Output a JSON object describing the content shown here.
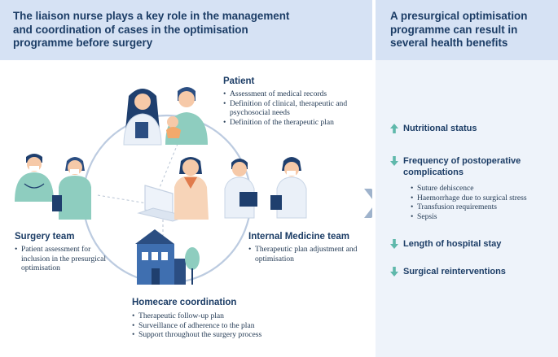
{
  "left_header": "The liaison nurse plays a key role in the management and coordination of cases in the optimisation programme before surgery",
  "right_header": "A presurgical optimisation programme can result in several health benefits",
  "patient": {
    "title": "Patient",
    "items": [
      "Assessment of medical records",
      "Definition of clinical, therapeutic and psychosocial needs",
      "Definition of the therapeutic plan"
    ]
  },
  "surgery": {
    "title": "Surgery team",
    "items": [
      "Patient assessment for inclusion in the presurgical optimisation"
    ]
  },
  "internal": {
    "title": "Internal Medicine team",
    "items": [
      "Therapeutic plan adjustment and optimisation"
    ]
  },
  "homecare": {
    "title": "Homecare coordination",
    "items": [
      "Therapeutic follow-up plan",
      "Surveillance of adherence to the plan",
      "Support throughout the surgery process"
    ]
  },
  "benefits": [
    {
      "label": "Nutritional status",
      "direction": "up",
      "subitems": []
    },
    {
      "label": "Frequency of postoperative complications",
      "direction": "down",
      "subitems": [
        "Suture dehiscence",
        "Haemorrhage due to surgical stress",
        "Transfusion requirements",
        "Sepsis"
      ]
    },
    {
      "label": "Length of hospital stay",
      "direction": "down",
      "subitems": []
    },
    {
      "label": "Surgical reinterventions",
      "direction": "down",
      "subitems": []
    }
  ],
  "colors": {
    "header_bg": "#d6e2f4",
    "panel_bg": "#eef3fa",
    "title_text": "#1c3d66",
    "arrow_teal": "#5fb8ab",
    "circle": "#bccbe0",
    "transition_arrow": "#9fb3cc"
  }
}
